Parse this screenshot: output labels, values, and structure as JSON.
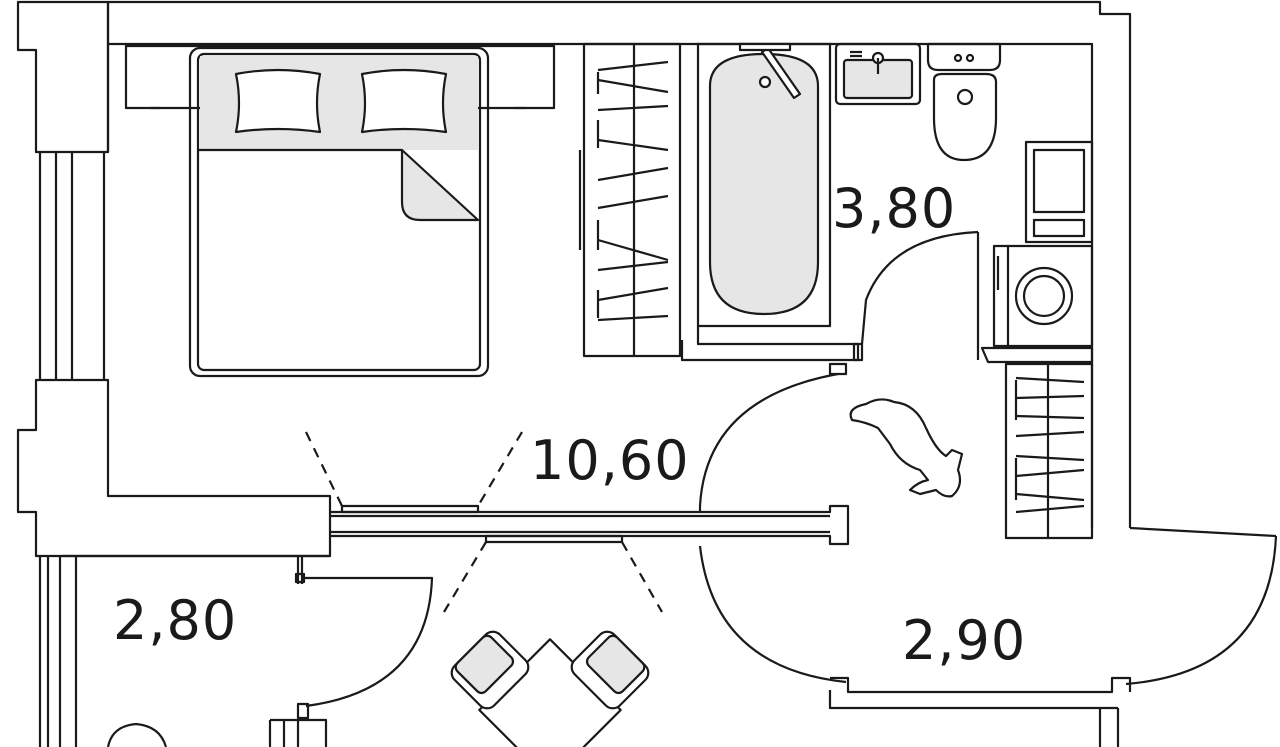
{
  "plan": {
    "rooms": [
      {
        "id": "bathroom",
        "area_label": "3,80"
      },
      {
        "id": "living-room",
        "area_label": "10,60"
      },
      {
        "id": "balcony",
        "area_label": "2,80"
      },
      {
        "id": "hallway",
        "area_label": "2,90"
      }
    ]
  },
  "colors": {
    "line": "#1a1a1a",
    "fill_gray": "#e6e6e6",
    "background": "#ffffff"
  }
}
